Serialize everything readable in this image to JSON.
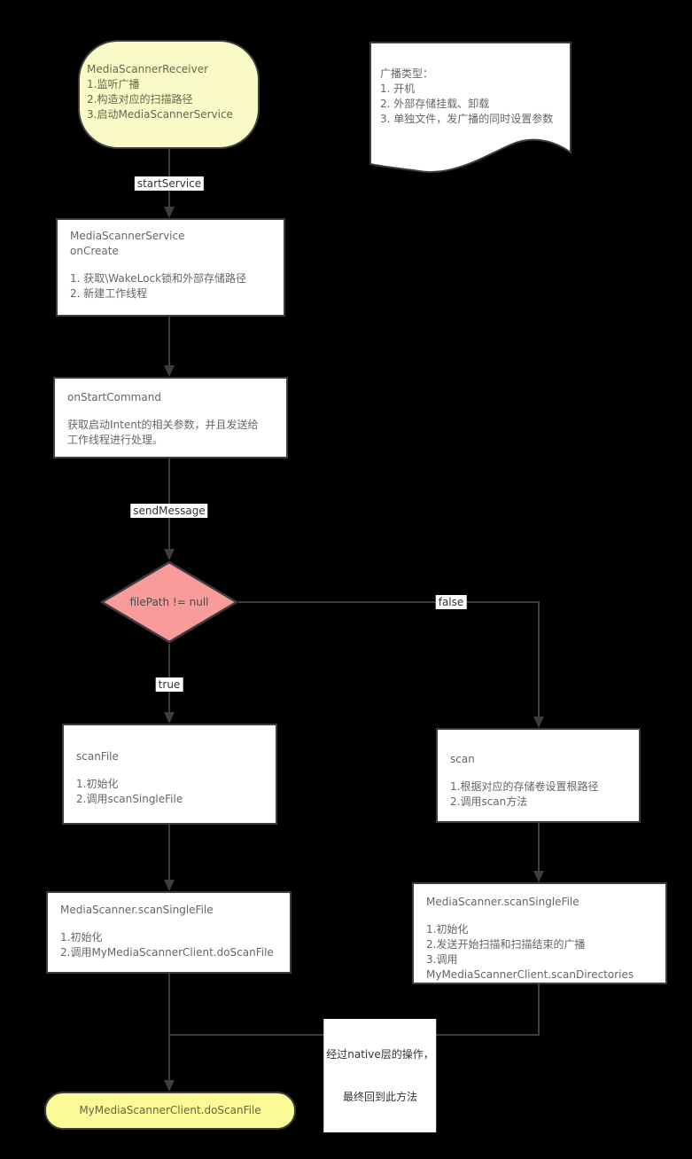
{
  "colors": {
    "background": "#000000",
    "node_fill": "#ffffff",
    "node_border": "#3d3d3d",
    "node_text": "#666666",
    "receiver_fill": "#fafac8",
    "pill_fill": "#fafa96",
    "decision_fill": "#f99b9b",
    "connector_line": "#3d3d3d",
    "edge_label_text": "#333333"
  },
  "nodes": {
    "receiver": {
      "title": "MediaScannerReceiver",
      "items": [
        "1.监听广播",
        "2.构造对应的扫描路径",
        "3.启动MediaScannerService"
      ]
    },
    "broadcast_note": {
      "title": "广播类型：",
      "items": [
        "1. 开机",
        "2. 外部存储挂载、卸载",
        "3. 单独文件，发广播的同时设置参数"
      ]
    },
    "service_oncreate": {
      "title_lines": [
        "MediaScannerService",
        "onCreate"
      ],
      "items": [
        "1. 获取\\WakeLock锁和外部存储路径",
        "2. 新建工作线程"
      ]
    },
    "on_start_command": {
      "title": "onStartCommand",
      "body_lines": [
        "获取启动Intent的相关参数，并且发送给",
        "工作线程进行处理。"
      ]
    },
    "decision": {
      "label": "filePath != null"
    },
    "scan_file": {
      "title": "scanFile",
      "items": [
        "1.初始化",
        "2.调用scanSingleFile"
      ]
    },
    "scan": {
      "title": "scan",
      "items": [
        "1.根据对应的存储卷设置根路径",
        "2.调用scan方法"
      ]
    },
    "scan_single_file_left": {
      "title": "MediaScanner.scanSingleFile",
      "items": [
        "1.初始化",
        "2.调用MyMediaScannerClient.doScanFile"
      ]
    },
    "scan_single_file_right": {
      "title": "MediaScanner.scanSingleFile",
      "items": [
        "1.初始化",
        "2.发送开始扫描和扫描结束的广播",
        "3.调用",
        "MyMediaScannerClient.scanDirectories"
      ]
    },
    "do_scan_file": {
      "title": "MyMediaScannerClient.doScanFile"
    }
  },
  "edges": {
    "start_service_label": "startService",
    "send_message_label": "sendMessage",
    "true_label": "true",
    "false_label": "false",
    "native_note_lines": [
      "经过native层的操作，",
      "最终回到此方法"
    ]
  }
}
